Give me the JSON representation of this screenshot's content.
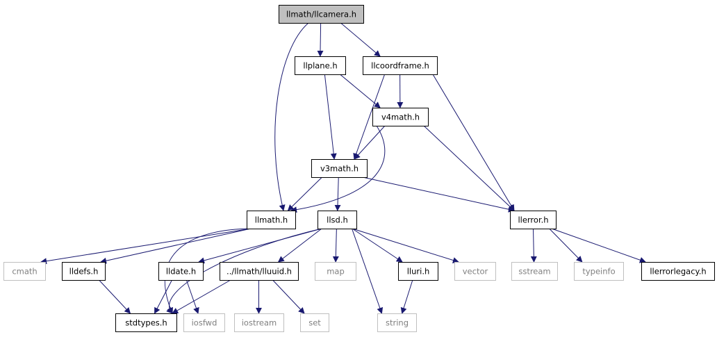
{
  "diagram": {
    "edge_color": "#191970",
    "root_fill": "#bfbfbf",
    "external_color": "#bfbfbf",
    "nodes": [
      {
        "id": "llcamera",
        "label": "llmath/llcamera.h",
        "kind": "root"
      },
      {
        "id": "llplane",
        "label": "llplane.h",
        "kind": "internal"
      },
      {
        "id": "llcoordframe",
        "label": "llcoordframe.h",
        "kind": "internal"
      },
      {
        "id": "v4math",
        "label": "v4math.h",
        "kind": "internal"
      },
      {
        "id": "v3math",
        "label": "v3math.h",
        "kind": "internal"
      },
      {
        "id": "llmath",
        "label": "llmath.h",
        "kind": "internal"
      },
      {
        "id": "llsd",
        "label": "llsd.h",
        "kind": "internal"
      },
      {
        "id": "llerror",
        "label": "llerror.h",
        "kind": "internal"
      },
      {
        "id": "cmath",
        "label": "cmath",
        "kind": "external"
      },
      {
        "id": "lldefs",
        "label": "lldefs.h",
        "kind": "internal"
      },
      {
        "id": "lldate",
        "label": "lldate.h",
        "kind": "internal"
      },
      {
        "id": "lluuid",
        "label": "../llmath/lluuid.h",
        "kind": "internal"
      },
      {
        "id": "map",
        "label": "map",
        "kind": "external"
      },
      {
        "id": "lluri",
        "label": "lluri.h",
        "kind": "internal"
      },
      {
        "id": "vector",
        "label": "vector",
        "kind": "external"
      },
      {
        "id": "sstream",
        "label": "sstream",
        "kind": "external"
      },
      {
        "id": "typeinfo",
        "label": "typeinfo",
        "kind": "external"
      },
      {
        "id": "llerrorlegacy",
        "label": "llerrorlegacy.h",
        "kind": "internal"
      },
      {
        "id": "stdtypes",
        "label": "stdtypes.h",
        "kind": "internal"
      },
      {
        "id": "iosfwd",
        "label": "iosfwd",
        "kind": "external"
      },
      {
        "id": "iostream",
        "label": "iostream",
        "kind": "external"
      },
      {
        "id": "set",
        "label": "set",
        "kind": "external"
      },
      {
        "id": "string",
        "label": "string",
        "kind": "external"
      }
    ],
    "edges": [
      {
        "from": "llcamera",
        "to": "llplane"
      },
      {
        "from": "llcamera",
        "to": "llcoordframe"
      },
      {
        "from": "llcamera",
        "to": "llmath"
      },
      {
        "from": "llplane",
        "to": "v4math"
      },
      {
        "from": "llplane",
        "to": "v3math"
      },
      {
        "from": "llcoordframe",
        "to": "v4math"
      },
      {
        "from": "llcoordframe",
        "to": "v3math"
      },
      {
        "from": "llcoordframe",
        "to": "llerror"
      },
      {
        "from": "v4math",
        "to": "v3math"
      },
      {
        "from": "v4math",
        "to": "llmath"
      },
      {
        "from": "v4math",
        "to": "llerror"
      },
      {
        "from": "v3math",
        "to": "llmath"
      },
      {
        "from": "v3math",
        "to": "llsd"
      },
      {
        "from": "v3math",
        "to": "llerror"
      },
      {
        "from": "llmath",
        "to": "cmath"
      },
      {
        "from": "llmath",
        "to": "lldefs"
      },
      {
        "from": "llmath",
        "to": "stdtypes"
      },
      {
        "from": "llsd",
        "to": "lldate"
      },
      {
        "from": "llsd",
        "to": "lluuid"
      },
      {
        "from": "llsd",
        "to": "map"
      },
      {
        "from": "llsd",
        "to": "lluri"
      },
      {
        "from": "llsd",
        "to": "vector"
      },
      {
        "from": "llsd",
        "to": "string"
      },
      {
        "from": "llsd",
        "to": "stdtypes"
      },
      {
        "from": "llerror",
        "to": "sstream"
      },
      {
        "from": "llerror",
        "to": "typeinfo"
      },
      {
        "from": "llerror",
        "to": "llerrorlegacy"
      },
      {
        "from": "lldefs",
        "to": "stdtypes"
      },
      {
        "from": "lldate",
        "to": "stdtypes"
      },
      {
        "from": "lldate",
        "to": "iosfwd"
      },
      {
        "from": "lluuid",
        "to": "stdtypes"
      },
      {
        "from": "lluuid",
        "to": "iostream"
      },
      {
        "from": "lluuid",
        "to": "set"
      },
      {
        "from": "lluri",
        "to": "string"
      }
    ]
  }
}
